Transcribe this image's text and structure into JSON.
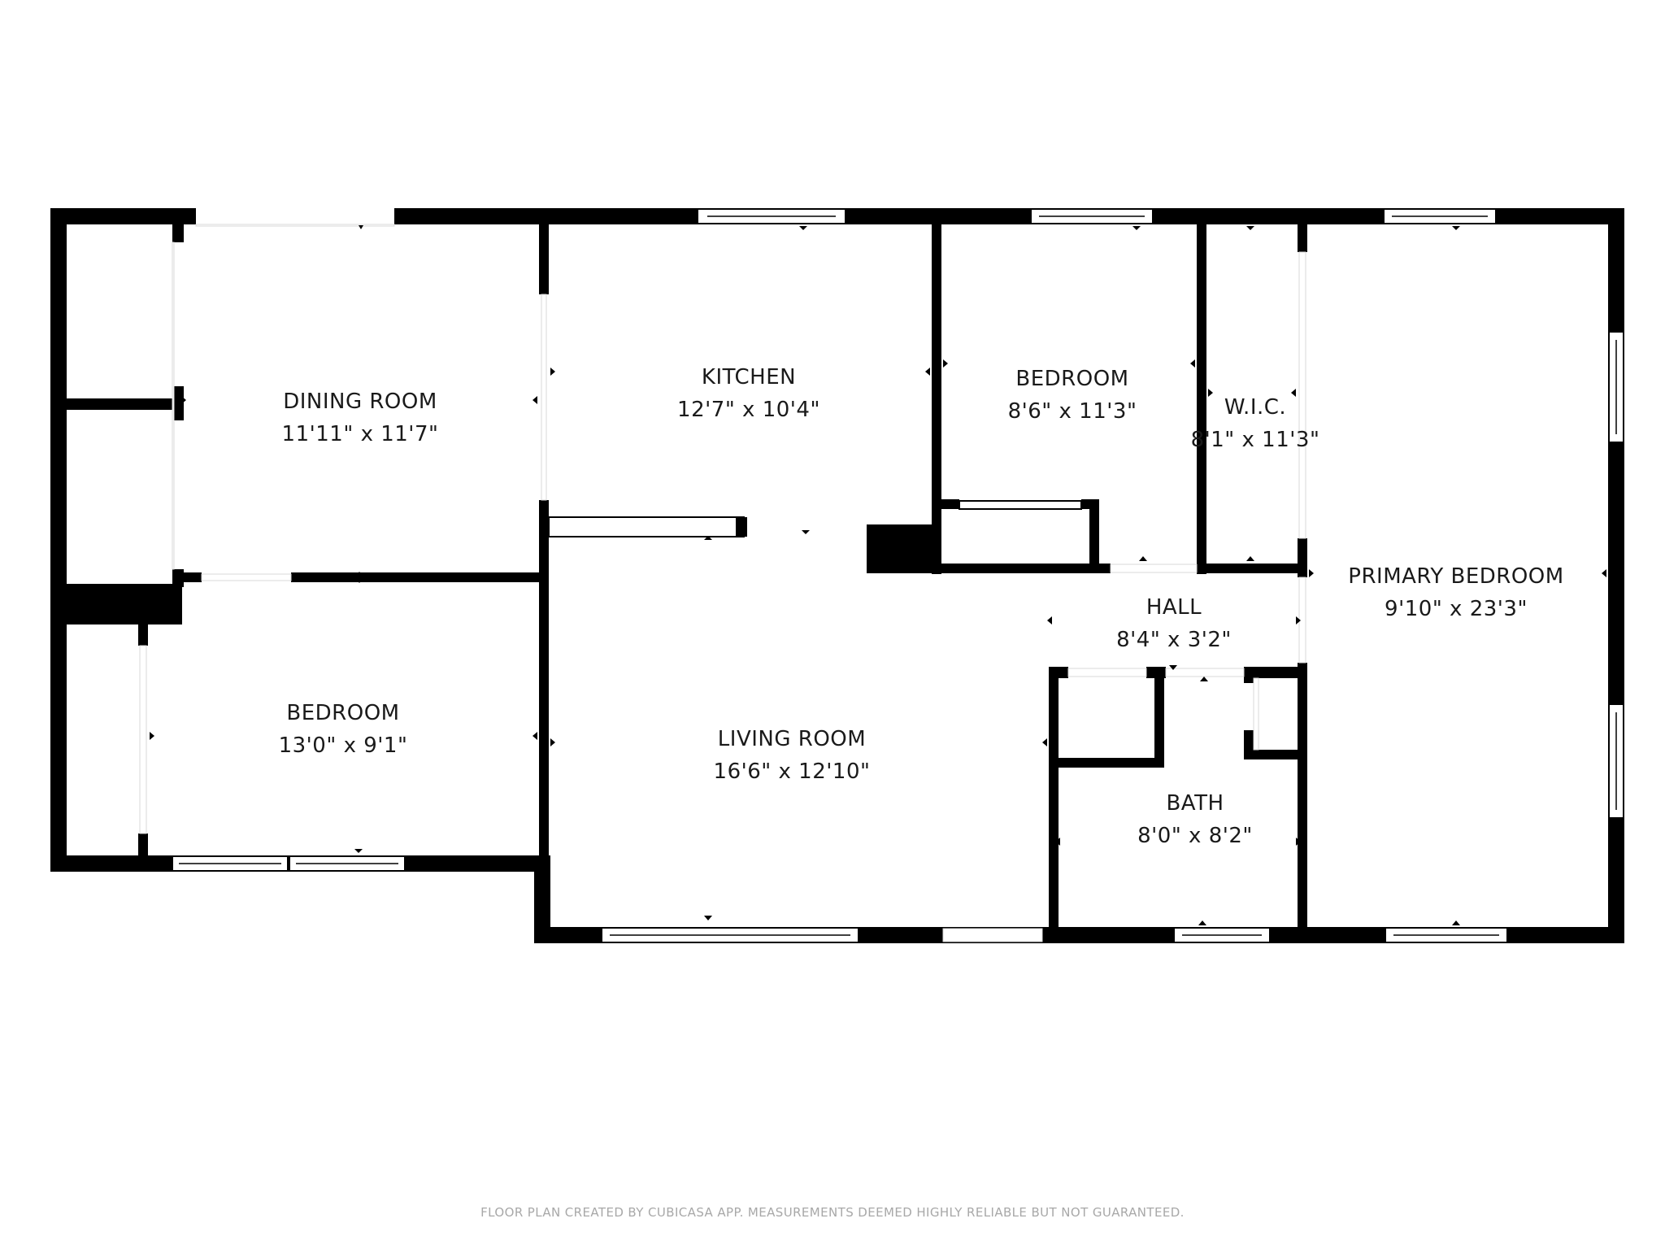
{
  "rooms": {
    "dining_room": {
      "name": "DINING ROOM",
      "size": "11'11\" x 11'7\""
    },
    "kitchen": {
      "name": "KITCHEN",
      "size": "12'7\" x 10'4\""
    },
    "bedroom_upper": {
      "name": "BEDROOM",
      "size": "8'6\" x 11'3\""
    },
    "wic": {
      "name": "W.I.C.",
      "size": "8'1\" x 11'3\""
    },
    "primary_bedroom": {
      "name": "PRIMARY BEDROOM",
      "size": "9'10\" x 23'3\""
    },
    "hall": {
      "name": "HALL",
      "size": "8'4\" x 3'2\""
    },
    "bedroom_lower": {
      "name": "BEDROOM",
      "size": "13'0\" x 9'1\""
    },
    "living_room": {
      "name": "LIVING ROOM",
      "size": "16'6\" x 12'10\""
    },
    "bath": {
      "name": "BATH",
      "size": "8'0\" x 8'2\""
    }
  },
  "footer": {
    "disclaimer": "FLOOR PLAN CREATED BY CUBICASA APP. MEASUREMENTS DEEMED HIGHLY RELIABLE BUT NOT GUARANTEED."
  },
  "colors": {
    "wall": "#000000",
    "background": "#ffffff",
    "footer_text": "#a8a8a8"
  }
}
